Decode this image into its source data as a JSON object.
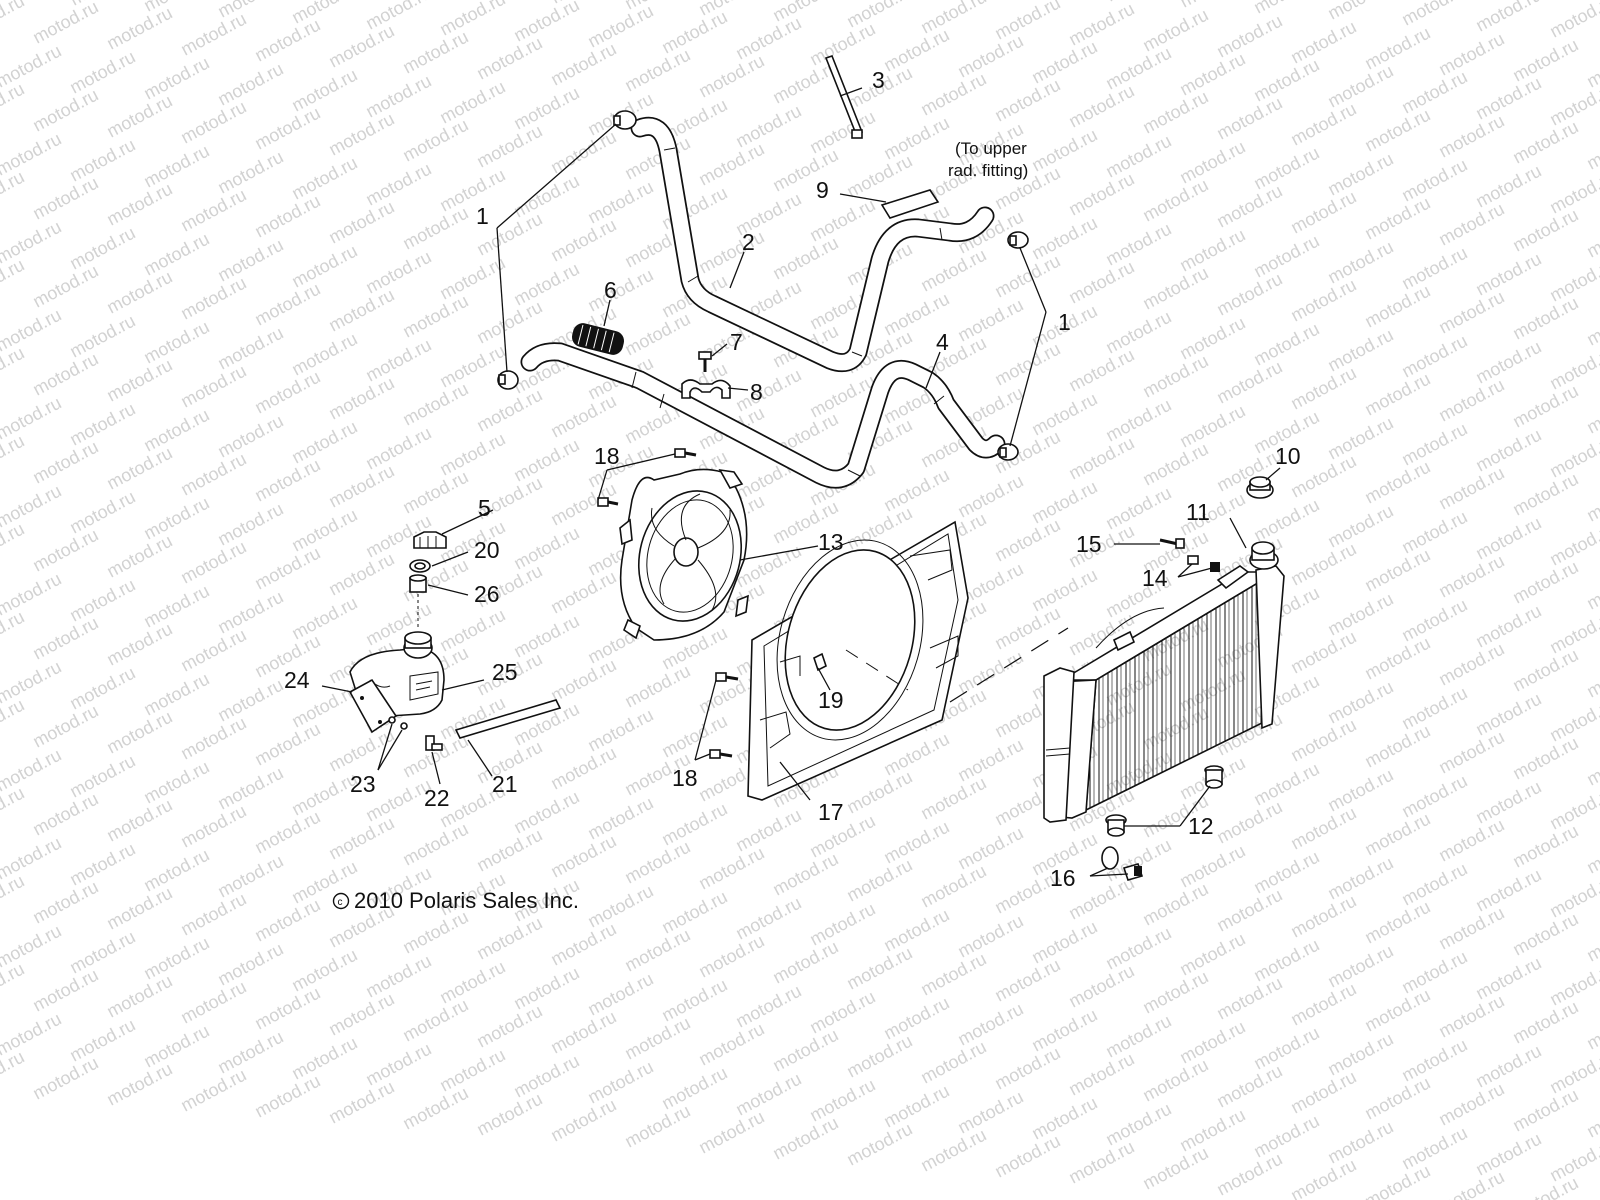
{
  "watermark": {
    "text": "motod.ru",
    "color": "#d2d2d2"
  },
  "note": {
    "line1": "(To upper",
    "line2": "rad. fitting)"
  },
  "copyright": "2010 Polaris Sales Inc.",
  "callouts": [
    {
      "id": "c1a",
      "text": "1"
    },
    {
      "id": "c1b",
      "text": "1"
    },
    {
      "id": "c2",
      "text": "2"
    },
    {
      "id": "c3",
      "text": "3"
    },
    {
      "id": "c4",
      "text": "4"
    },
    {
      "id": "c5",
      "text": "5"
    },
    {
      "id": "c6",
      "text": "6"
    },
    {
      "id": "c7",
      "text": "7"
    },
    {
      "id": "c8",
      "text": "8"
    },
    {
      "id": "c9",
      "text": "9"
    },
    {
      "id": "c10",
      "text": "10"
    },
    {
      "id": "c11",
      "text": "11"
    },
    {
      "id": "c12",
      "text": "12"
    },
    {
      "id": "c13",
      "text": "13"
    },
    {
      "id": "c14",
      "text": "14"
    },
    {
      "id": "c15",
      "text": "15"
    },
    {
      "id": "c16",
      "text": "16"
    },
    {
      "id": "c17",
      "text": "17"
    },
    {
      "id": "c18a",
      "text": "18"
    },
    {
      "id": "c18b",
      "text": "18"
    },
    {
      "id": "c19",
      "text": "19"
    },
    {
      "id": "c20",
      "text": "20"
    },
    {
      "id": "c21",
      "text": "21"
    },
    {
      "id": "c22",
      "text": "22"
    },
    {
      "id": "c23",
      "text": "23"
    },
    {
      "id": "c24",
      "text": "24"
    },
    {
      "id": "c25",
      "text": "25"
    },
    {
      "id": "c26",
      "text": "26"
    }
  ]
}
